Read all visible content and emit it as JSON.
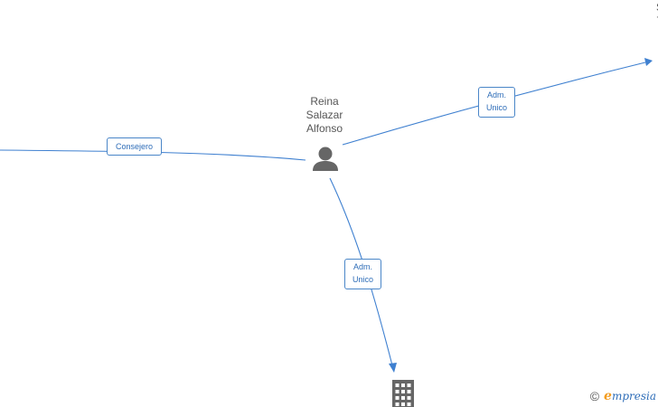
{
  "nodes": {
    "center_person": {
      "name_lines": [
        "Reina",
        "Salazar",
        "Alfonso"
      ]
    },
    "top_right_partial": {
      "name_lines": [
        "S",
        "T"
      ]
    }
  },
  "edges": {
    "left": {
      "label": "Consejero"
    },
    "top_right": {
      "label_lines": [
        "Adm.",
        "Unico"
      ]
    },
    "bottom": {
      "label_lines": [
        "Adm.",
        "Unico"
      ]
    }
  },
  "footer": {
    "copyright_symbol": "©",
    "brand_initial": "e",
    "brand_rest": "mpresia"
  },
  "icons": {
    "person": "person-icon",
    "company": "building-icon"
  },
  "colors": {
    "edge": "#3f80d0",
    "label_text": "#2e6db8",
    "icon": "#666666",
    "brand_accent": "#f39c1f"
  }
}
